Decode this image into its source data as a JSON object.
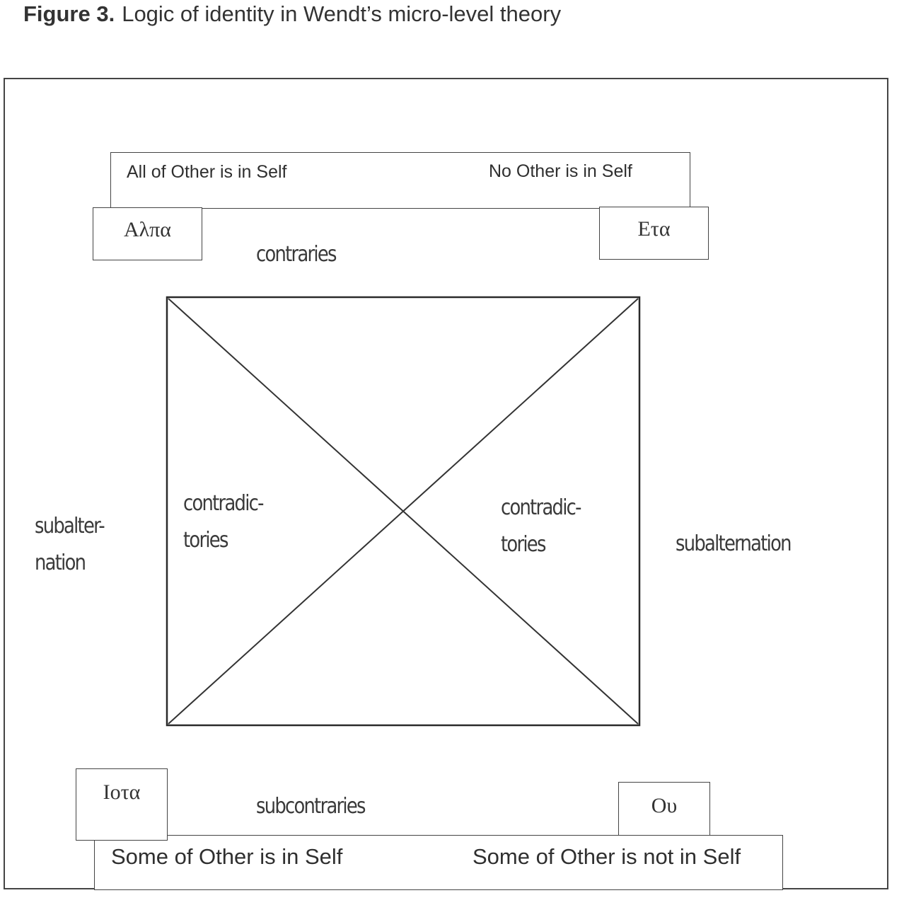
{
  "figure": {
    "label": "Figure 3.",
    "title": "Logic of identity in Wendt’s micro-level theory"
  },
  "statements": {
    "all_in_self": "All of Other is in Self",
    "none_in_self": "No Other is in Self",
    "some_in_self": "Some of Other is in Self",
    "some_not_in_self": "Some of Other is not in Self"
  },
  "corners": {
    "alpha": "Αλπα",
    "eta": "Ετα",
    "iota": "Ιοτα",
    "ou": "Ου"
  },
  "relations": {
    "contraries": "contraries",
    "subcontraries": "subcontraries",
    "contradictories_left_1": "contradic-",
    "contradictories_left_2": "tories",
    "contradictories_right_1": "contradic-",
    "contradictories_right_2": "tories",
    "subalternation_left_1": "subalter-",
    "subalternation_left_2": "nation",
    "subalternation_right": "subalternation"
  }
}
